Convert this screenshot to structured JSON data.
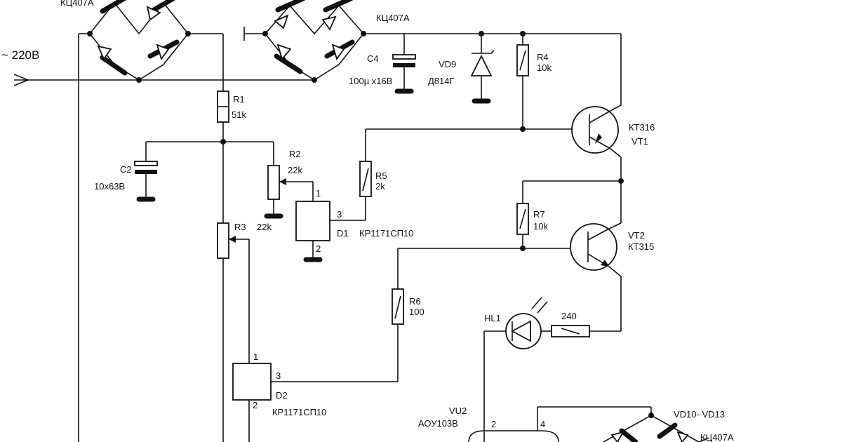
{
  "labels": {
    "bridge1": "КЦ407А",
    "bridge2": "КЦ407А",
    "mains": "~ 220В",
    "c4_ref": "C4",
    "c4_val": "100µ x16В",
    "vd9_ref": "VD9",
    "vd9_val": "Д814Г",
    "r4_ref": "R4",
    "r4_val": "10k",
    "r1_ref": "R1",
    "r1_val": "51k",
    "vt1_type": "КТ316",
    "vt1_ref": "VT1",
    "c2_ref": "C2",
    "c2_val": "10x63В",
    "r2_ref": "R2",
    "r2_val": "22k",
    "r5_ref": "R5",
    "r5_val": "2k",
    "d1_pin1": "1",
    "d1_pin2": "2",
    "d1_pin3": "3",
    "d1_ref": "D1",
    "d1_type": "КР1171СП10",
    "r3_ref": "R3",
    "r3_val": "22k",
    "r7_ref": "R7",
    "r7_val": "10k",
    "vt2_ref": "VT2",
    "vt2_type": "КТ315",
    "r6_ref": "R6",
    "r6_val": "100",
    "hl1_ref": "HL1",
    "r_240": "240",
    "d2_pin1": "1",
    "d2_pin2": "2",
    "d2_pin3": "3",
    "d2_ref": "D2",
    "d2_type": "КР1171СП10",
    "vu2_ref": "VU2",
    "vu2_type": "АОУ103В",
    "vu2_pin2": "2",
    "vu2_pin4": "4",
    "vd10_ref": "VD10- VD13",
    "bridge3": "КЦ407А"
  }
}
